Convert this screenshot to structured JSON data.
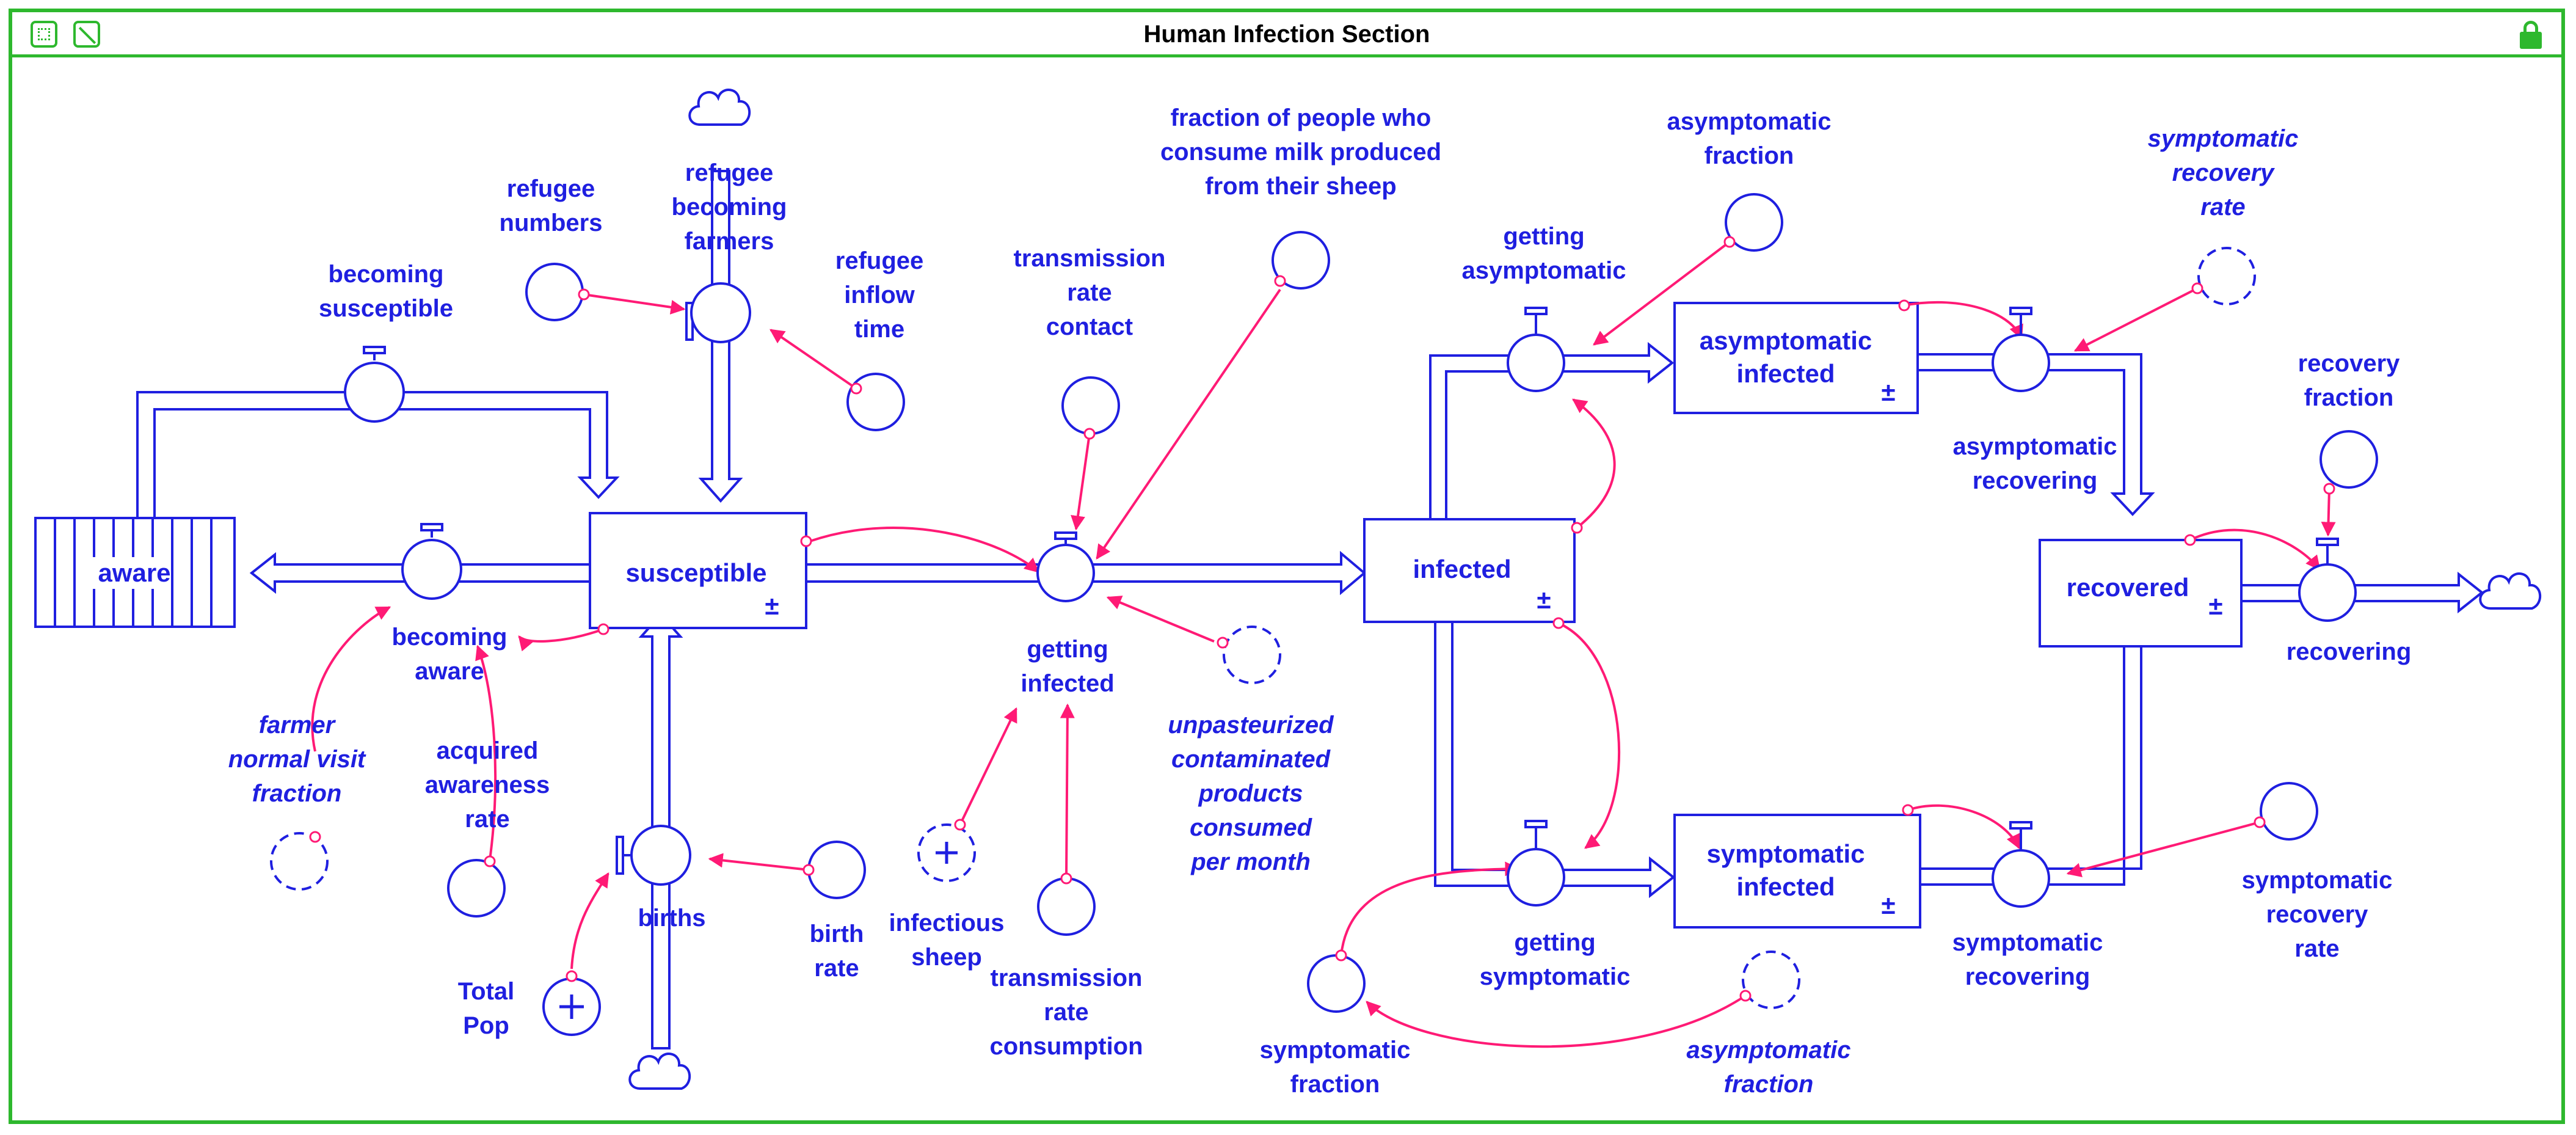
{
  "window": {
    "title": "Human Infection Section"
  },
  "colors": {
    "frame": "#2eb82e",
    "model": "#1f1fe0",
    "link": "#ff1a75"
  },
  "icons": {
    "select_tool": "select-tool-icon",
    "draw_tool": "draw-tool-icon",
    "lock": "lock-icon"
  },
  "stocks": {
    "aware": "aware",
    "susceptible": "susceptible",
    "infected": "infected",
    "asymptomatic_infected": [
      "asymptomatic",
      "infected"
    ],
    "symptomatic_infected": [
      "symptomatic",
      "infected"
    ],
    "recovered": "recovered",
    "plusminus": "±"
  },
  "flows": {
    "becoming_susceptible": [
      "becoming",
      "susceptible"
    ],
    "refugee_becoming_farmers": [
      "refugee",
      "becoming",
      "farmers"
    ],
    "becoming_aware": [
      "becoming",
      "aware"
    ],
    "births": [
      "births"
    ],
    "getting_infected": [
      "getting",
      "infected"
    ],
    "getting_asymptomatic": [
      "getting",
      "asymptomatic"
    ],
    "getting_symptomatic": [
      "getting",
      "symptomatic"
    ],
    "asymptomatic_recovering": [
      "asymptomatic",
      "recovering"
    ],
    "symptomatic_recovering": [
      "symptomatic",
      "recovering"
    ],
    "recovering": [
      "recovering"
    ]
  },
  "variables": {
    "refugee_numbers": [
      "refugee",
      "numbers"
    ],
    "refugee_inflow_time": [
      "refugee",
      "inflow",
      "time"
    ],
    "farmer_normal_visit_fraction": [
      "farmer",
      "normal visit",
      "fraction"
    ],
    "acquired_awareness_rate": [
      "acquired",
      "awareness",
      "rate"
    ],
    "birth_rate": [
      "birth",
      "rate"
    ],
    "total_pop": [
      "Total",
      "Pop"
    ],
    "transmission_rate_contact": [
      "transmission",
      "rate",
      "contact"
    ],
    "fraction_milk": [
      "fraction of people who",
      "consume milk produced",
      "from their sheep"
    ],
    "unpasteurized": [
      "unpasteurized",
      "contaminated",
      "products",
      "consumed",
      "per month"
    ],
    "infectious_sheep": [
      "infectious",
      "sheep"
    ],
    "transmission_rate_consumption": [
      "transmission",
      "rate",
      "consumption"
    ],
    "asymptomatic_fraction": [
      "asymptomatic",
      "fraction"
    ],
    "symptomatic_recovery_rate_ghost": [
      "symptomatic",
      "recovery",
      "rate"
    ],
    "recovery_fraction": [
      "recovery",
      "fraction"
    ],
    "symptomatic_recovery_rate": [
      "symptomatic",
      "recovery",
      "rate"
    ],
    "symptomatic_fraction": [
      "symptomatic",
      "fraction"
    ],
    "asymptomatic_fraction_ghost": [
      "asymptomatic",
      "fraction"
    ]
  }
}
